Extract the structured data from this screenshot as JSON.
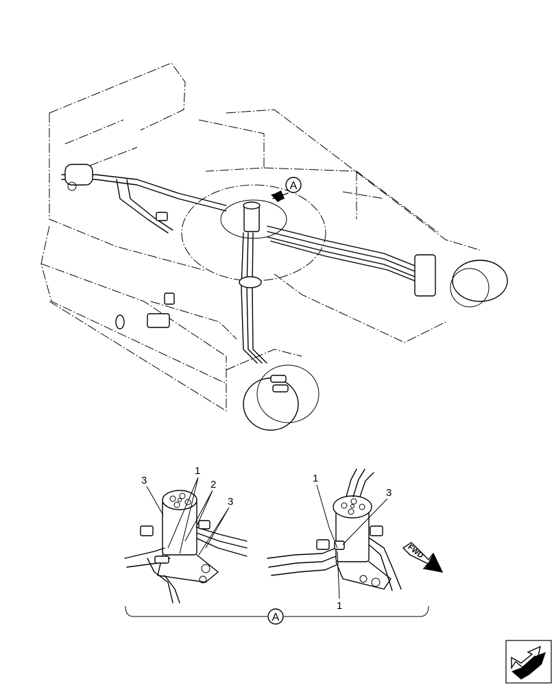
{
  "main_view": {
    "view_marker": "A"
  },
  "detail_view": {
    "view_marker": "A",
    "left_callouts": [
      "3",
      "1",
      "2",
      "3"
    ],
    "right_callouts": [
      "1",
      "3",
      "1"
    ],
    "direction_arrow": "FWD"
  },
  "nav_icon": "next-page-arrow-icon"
}
